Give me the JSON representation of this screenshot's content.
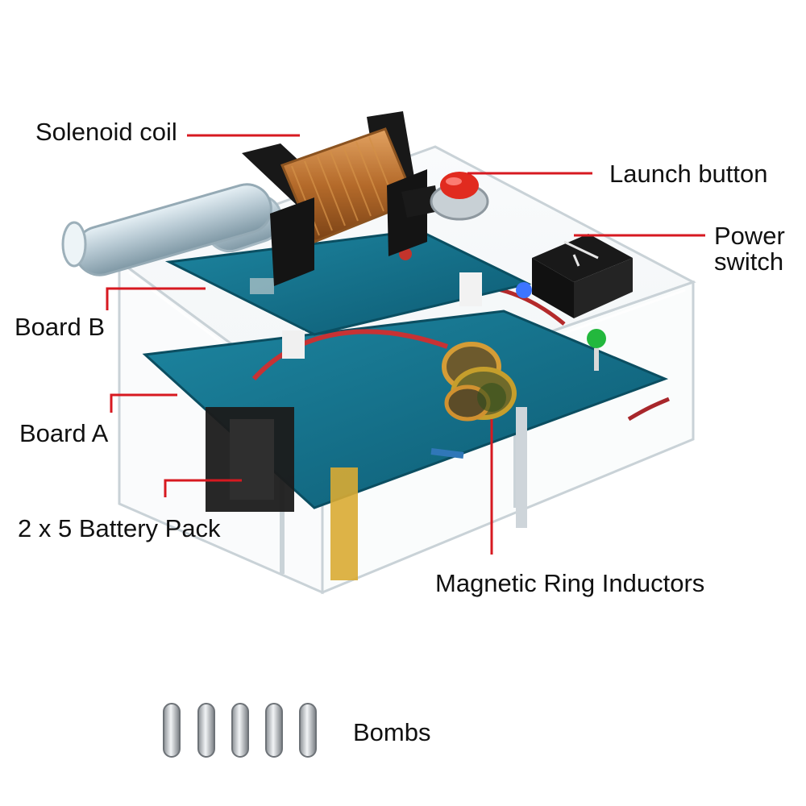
{
  "labels": {
    "solenoid_coil": "Solenoid coil",
    "launch_button": "Launch button",
    "power_switch_line1": "Power",
    "power_switch_line2": "switch",
    "board_b": "Board B",
    "board_a": "Board A",
    "battery_pack": "2 x 5 Battery Pack",
    "magnetic_ring_inductors": "Magnetic Ring Inductors",
    "bombs": "Bombs"
  },
  "colors": {
    "callout_line": "#d71920",
    "pcb": "#136f8a",
    "coil_copper": "#b36a2a",
    "acrylic_edge": "#cfd8dc",
    "button_red": "#e0261d"
  },
  "counts": {
    "bombs": 5
  }
}
